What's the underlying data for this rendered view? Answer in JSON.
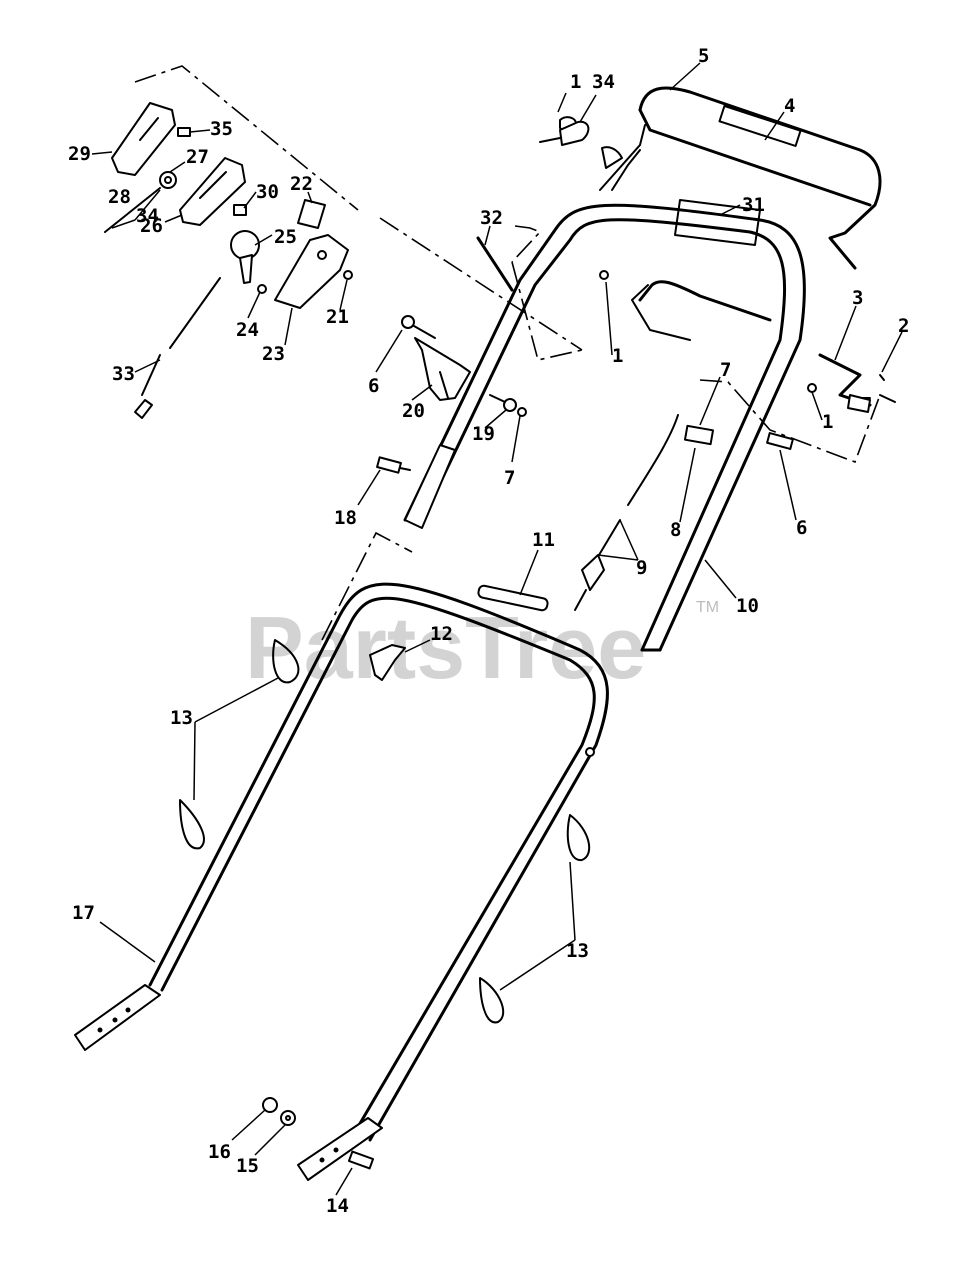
{
  "watermark": {
    "text": "PartsTree",
    "trademark": "TM"
  },
  "callouts": {
    "c1a": "1",
    "c34a": "34",
    "c5": "5",
    "c4": "4",
    "c31": "31",
    "c32": "32",
    "c1b": "1",
    "c3": "3",
    "c2": "2",
    "c1c": "1",
    "c7a": "7",
    "c6a": "6",
    "c8": "8",
    "c9": "9",
    "c10": "10",
    "c11": "11",
    "c12": "12",
    "c29": "29",
    "c35": "35",
    "c27": "27",
    "c28": "28",
    "c34b": "34",
    "c30": "30",
    "c22": "22",
    "c26": "26",
    "c25": "25",
    "c24": "24",
    "c23": "23",
    "c21": "21",
    "c33": "33",
    "c6b": "6",
    "c20": "20",
    "c19": "19",
    "c7b": "7",
    "c18": "18",
    "c13a": "13",
    "c13b": "13",
    "c17": "17",
    "c16": "16",
    "c15": "15",
    "c14": "14"
  }
}
